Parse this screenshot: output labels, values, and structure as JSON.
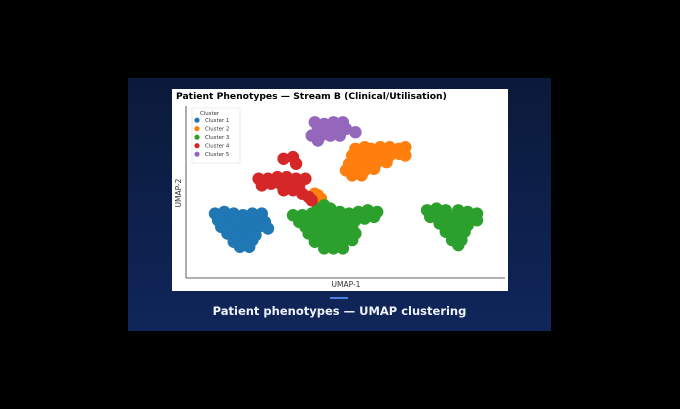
{
  "slide": {
    "caption": "Patient phenotypes — UMAP clustering"
  },
  "colors": {
    "slide_background": "#0f2352",
    "caption_accent": "#4a7fe0"
  },
  "chart_data": {
    "type": "scatter",
    "title": "Patient Phenotypes — Stream B (Clinical/Utilisation)",
    "xlabel": "UMAP-1",
    "ylabel": "UMAP-2",
    "xticks": "hidden",
    "yticks": "hidden",
    "grid": false,
    "legend": {
      "title": "Cluster",
      "placement": "top-left",
      "entries": [
        "Cluster 1",
        "Cluster 2",
        "Cluster 3",
        "Cluster 4",
        "Cluster 5"
      ]
    },
    "xlim": [
      0,
      100
    ],
    "ylim": [
      0,
      100
    ],
    "series": [
      {
        "name": "Cluster 1",
        "color": "#1f77b4",
        "points": [
          [
            8,
            37
          ],
          [
            11,
            38
          ],
          [
            14,
            37
          ],
          [
            17,
            36
          ],
          [
            20,
            37
          ],
          [
            23,
            37
          ],
          [
            9,
            33
          ],
          [
            12,
            33
          ],
          [
            15,
            33
          ],
          [
            18,
            33
          ],
          [
            21,
            33
          ],
          [
            24,
            32
          ],
          [
            10,
            29
          ],
          [
            13,
            29
          ],
          [
            16,
            29
          ],
          [
            19,
            29
          ],
          [
            22,
            29
          ],
          [
            25,
            28
          ],
          [
            12,
            25
          ],
          [
            15,
            24
          ],
          [
            18,
            24
          ],
          [
            21,
            24
          ],
          [
            14,
            20
          ],
          [
            17,
            20
          ],
          [
            20,
            21
          ],
          [
            16,
            17
          ],
          [
            19,
            17
          ]
        ]
      },
      {
        "name": "Cluster 2",
        "color": "#ff7f0e",
        "points": [
          [
            53,
            76
          ],
          [
            56,
            77
          ],
          [
            58,
            76
          ],
          [
            61,
            77
          ],
          [
            64,
            77
          ],
          [
            67,
            76
          ],
          [
            69,
            77
          ],
          [
            52,
            72
          ],
          [
            55,
            72
          ],
          [
            58,
            72
          ],
          [
            61,
            73
          ],
          [
            64,
            72
          ],
          [
            67,
            73
          ],
          [
            69,
            72
          ],
          [
            51,
            67
          ],
          [
            54,
            67
          ],
          [
            57,
            68
          ],
          [
            60,
            68
          ],
          [
            63,
            68
          ],
          [
            50,
            63
          ],
          [
            53,
            63
          ],
          [
            56,
            63
          ],
          [
            59,
            64
          ],
          [
            52,
            60
          ],
          [
            55,
            60
          ],
          [
            40,
            49
          ],
          [
            41,
            48
          ],
          [
            42,
            46
          ]
        ]
      },
      {
        "name": "Cluster 3",
        "color": "#2ca02c",
        "points": [
          [
            33,
            36
          ],
          [
            36,
            36
          ],
          [
            39,
            37
          ],
          [
            42,
            37
          ],
          [
            45,
            38
          ],
          [
            48,
            38
          ],
          [
            51,
            37
          ],
          [
            54,
            38
          ],
          [
            57,
            39
          ],
          [
            60,
            38
          ],
          [
            35,
            32
          ],
          [
            38,
            33
          ],
          [
            41,
            33
          ],
          [
            44,
            33
          ],
          [
            47,
            34
          ],
          [
            50,
            33
          ],
          [
            53,
            33
          ],
          [
            56,
            34
          ],
          [
            59,
            35
          ],
          [
            37,
            29
          ],
          [
            40,
            29
          ],
          [
            43,
            29
          ],
          [
            46,
            29
          ],
          [
            49,
            29
          ],
          [
            52,
            29
          ],
          [
            38,
            25
          ],
          [
            41,
            24
          ],
          [
            44,
            25
          ],
          [
            47,
            24
          ],
          [
            50,
            24
          ],
          [
            53,
            25
          ],
          [
            40,
            20
          ],
          [
            43,
            20
          ],
          [
            46,
            20
          ],
          [
            49,
            20
          ],
          [
            52,
            21
          ],
          [
            43,
            16
          ],
          [
            46,
            16
          ],
          [
            49,
            16
          ],
          [
            41,
            40
          ],
          [
            43,
            42
          ],
          [
            45,
            40
          ],
          [
            76,
            39
          ],
          [
            79,
            40
          ],
          [
            82,
            39
          ],
          [
            86,
            39
          ],
          [
            89,
            38
          ],
          [
            92,
            37
          ],
          [
            77,
            35
          ],
          [
            80,
            35
          ],
          [
            83,
            35
          ],
          [
            86,
            34
          ],
          [
            89,
            34
          ],
          [
            92,
            33
          ],
          [
            80,
            31
          ],
          [
            83,
            30
          ],
          [
            86,
            30
          ],
          [
            89,
            30
          ],
          [
            82,
            26
          ],
          [
            85,
            25
          ],
          [
            88,
            26
          ],
          [
            84,
            21
          ],
          [
            87,
            21
          ],
          [
            86,
            18
          ]
        ]
      },
      {
        "name": "Cluster 4",
        "color": "#d62728",
        "points": [
          [
            30,
            70
          ],
          [
            33,
            71
          ],
          [
            34,
            67
          ],
          [
            22,
            58
          ],
          [
            25,
            58
          ],
          [
            28,
            59
          ],
          [
            31,
            59
          ],
          [
            34,
            58
          ],
          [
            37,
            58
          ],
          [
            23,
            54
          ],
          [
            26,
            55
          ],
          [
            29,
            55
          ],
          [
            32,
            55
          ],
          [
            35,
            54
          ],
          [
            30,
            51
          ],
          [
            33,
            51
          ],
          [
            36,
            49
          ],
          [
            38,
            47
          ],
          [
            39,
            45
          ]
        ]
      },
      {
        "name": "Cluster 5",
        "color": "#9467bd",
        "points": [
          [
            40,
            92
          ],
          [
            43,
            91
          ],
          [
            46,
            92
          ],
          [
            49,
            92
          ],
          [
            41,
            88
          ],
          [
            44,
            88
          ],
          [
            47,
            89
          ],
          [
            50,
            88
          ],
          [
            53,
            86
          ],
          [
            39,
            84
          ],
          [
            42,
            84
          ],
          [
            45,
            84
          ],
          [
            48,
            84
          ],
          [
            41,
            81
          ]
        ]
      }
    ]
  }
}
